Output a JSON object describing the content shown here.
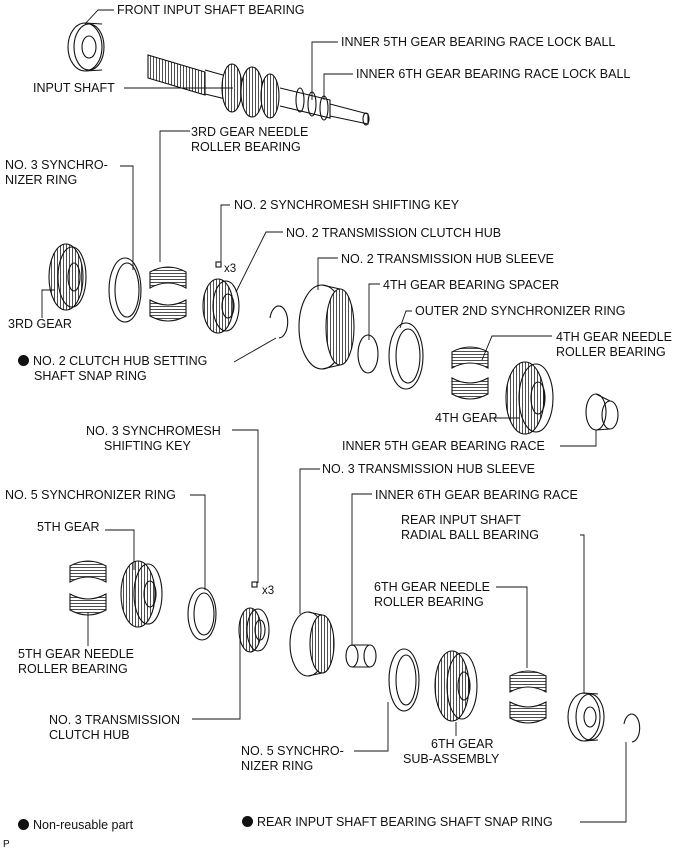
{
  "labels": {
    "front_input_shaft_bearing": "FRONT INPUT SHAFT BEARING",
    "inner_5th_lock_ball": "INNER 5TH GEAR BEARING RACE LOCK BALL",
    "inner_6th_lock_ball": "INNER 6TH GEAR BEARING RACE LOCK BALL",
    "input_shaft": "INPUT SHAFT",
    "gear3_needle_l1": "3RD GEAR NEEDLE",
    "gear3_needle_l2": "ROLLER BEARING",
    "no3_sync_ring_l1": "NO. 3 SYNCHRO-",
    "no3_sync_ring_l2": "NIZER RING",
    "no2_shifting_key": "NO. 2 SYNCHROMESH SHIFTING KEY",
    "no2_clutch_hub": "NO. 2 TRANSMISSION CLUTCH HUB",
    "no2_hub_sleeve": "NO. 2 TRANSMISSION HUB SLEEVE",
    "gear4_spacer": "4TH GEAR BEARING SPACER",
    "outer_2nd_sync": "OUTER 2ND SYNCHRONIZER RING",
    "gear4_needle_l1": "4TH GEAR NEEDLE",
    "gear4_needle_l2": "ROLLER BEARING",
    "gear3": "3RD GEAR",
    "no2_snap_ring_l1": "NO. 2 CLUTCH HUB SETTING",
    "no2_snap_ring_l2": "SHAFT SNAP RING",
    "gear4": "4TH GEAR",
    "inner_5th_race": "INNER 5TH GEAR BEARING RACE",
    "no3_shifting_key_l1": "NO. 3 SYNCHROMESH",
    "no3_shifting_key_l2": "SHIFTING KEY",
    "no3_hub_sleeve": "NO. 3 TRANSMISSION HUB SLEEVE",
    "no5_sync_ring": "NO. 5 SYNCHRONIZER RING",
    "inner_6th_race": "INNER 6TH GEAR BEARING RACE",
    "gear5": "5TH GEAR",
    "rear_radial_bearing_l1": "REAR INPUT SHAFT",
    "rear_radial_bearing_l2": "RADIAL BALL BEARING",
    "gear6_needle_l1": "6TH GEAR NEEDLE",
    "gear6_needle_l2": "ROLLER BEARING",
    "gear5_needle_l1": "5TH GEAR NEEDLE",
    "gear5_needle_l2": "ROLLER BEARING",
    "no3_clutch_hub_l1": "NO. 3 TRANSMISSION",
    "no3_clutch_hub_l2": "CLUTCH HUB",
    "no5_synchro_l1": "NO. 5 SYNCHRO-",
    "no5_synchro_l2": "NIZER RING",
    "gear6_l1": "6TH GEAR",
    "gear6_l2": "SUB-ASSEMBLY",
    "non_reusable": "Non-reusable part",
    "rear_snap_ring": "REAR INPUT SHAFT BEARING SHAFT SNAP RING",
    "qty_x3_a": "x3",
    "qty_x3_b": "x3",
    "corner_code": "P"
  }
}
